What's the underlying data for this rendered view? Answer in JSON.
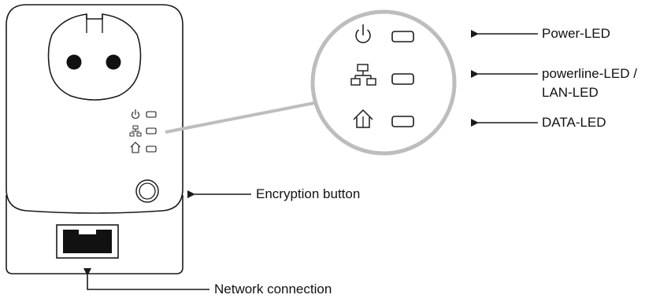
{
  "labels": {
    "power_led": "Power-LED",
    "powerline_led_line1": "powerline-LED /",
    "powerline_led_line2": "LAN-LED",
    "data_led": "DATA-LED",
    "encryption_button": "Encryption button",
    "network_connection": "Network connection"
  },
  "icons": {
    "power": "power-icon",
    "network": "network-icon",
    "home": "home-icon",
    "socket": "power-socket",
    "ethernet": "ethernet-port"
  },
  "colors": {
    "outline": "#1a1a1a",
    "callout": "#bdbdbd"
  }
}
